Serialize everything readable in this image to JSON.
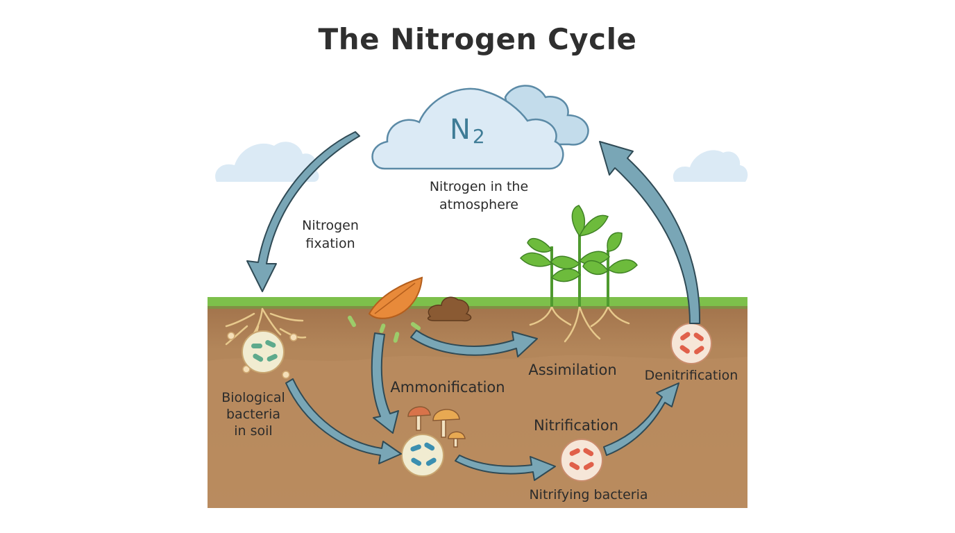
{
  "title": "The Nitrogen Cycle",
  "atmosphere": {
    "formula": "N",
    "formula_sub": "2",
    "label_line1": "Nitrogen in the",
    "label_line2": "atmosphere"
  },
  "processes": {
    "fixation_line1": "Nitrogen",
    "fixation_line2": "fixation",
    "soil_bacteria_line1": "Biological",
    "soil_bacteria_line2": "bacteria",
    "soil_bacteria_line3": "in soil",
    "ammonification": "Ammonification",
    "assimilation": "Assimilation",
    "nitrification": "Nitrification",
    "nitrifying_bacteria": "Nitrifying bacteria",
    "denitrification": "Denitrification"
  },
  "colors": {
    "sky_cloud": "#d8e9f4",
    "cloud_outline": "#5b8aa6",
    "arrow": "#79a6b6",
    "soil": "#b88a5c",
    "grass": "#7dc04b",
    "plant": "#6dbb3c",
    "bacteria_green": "#5eaa8c",
    "bacteria_blue": "#3b8fb0",
    "bacteria_red": "#e0604a"
  }
}
